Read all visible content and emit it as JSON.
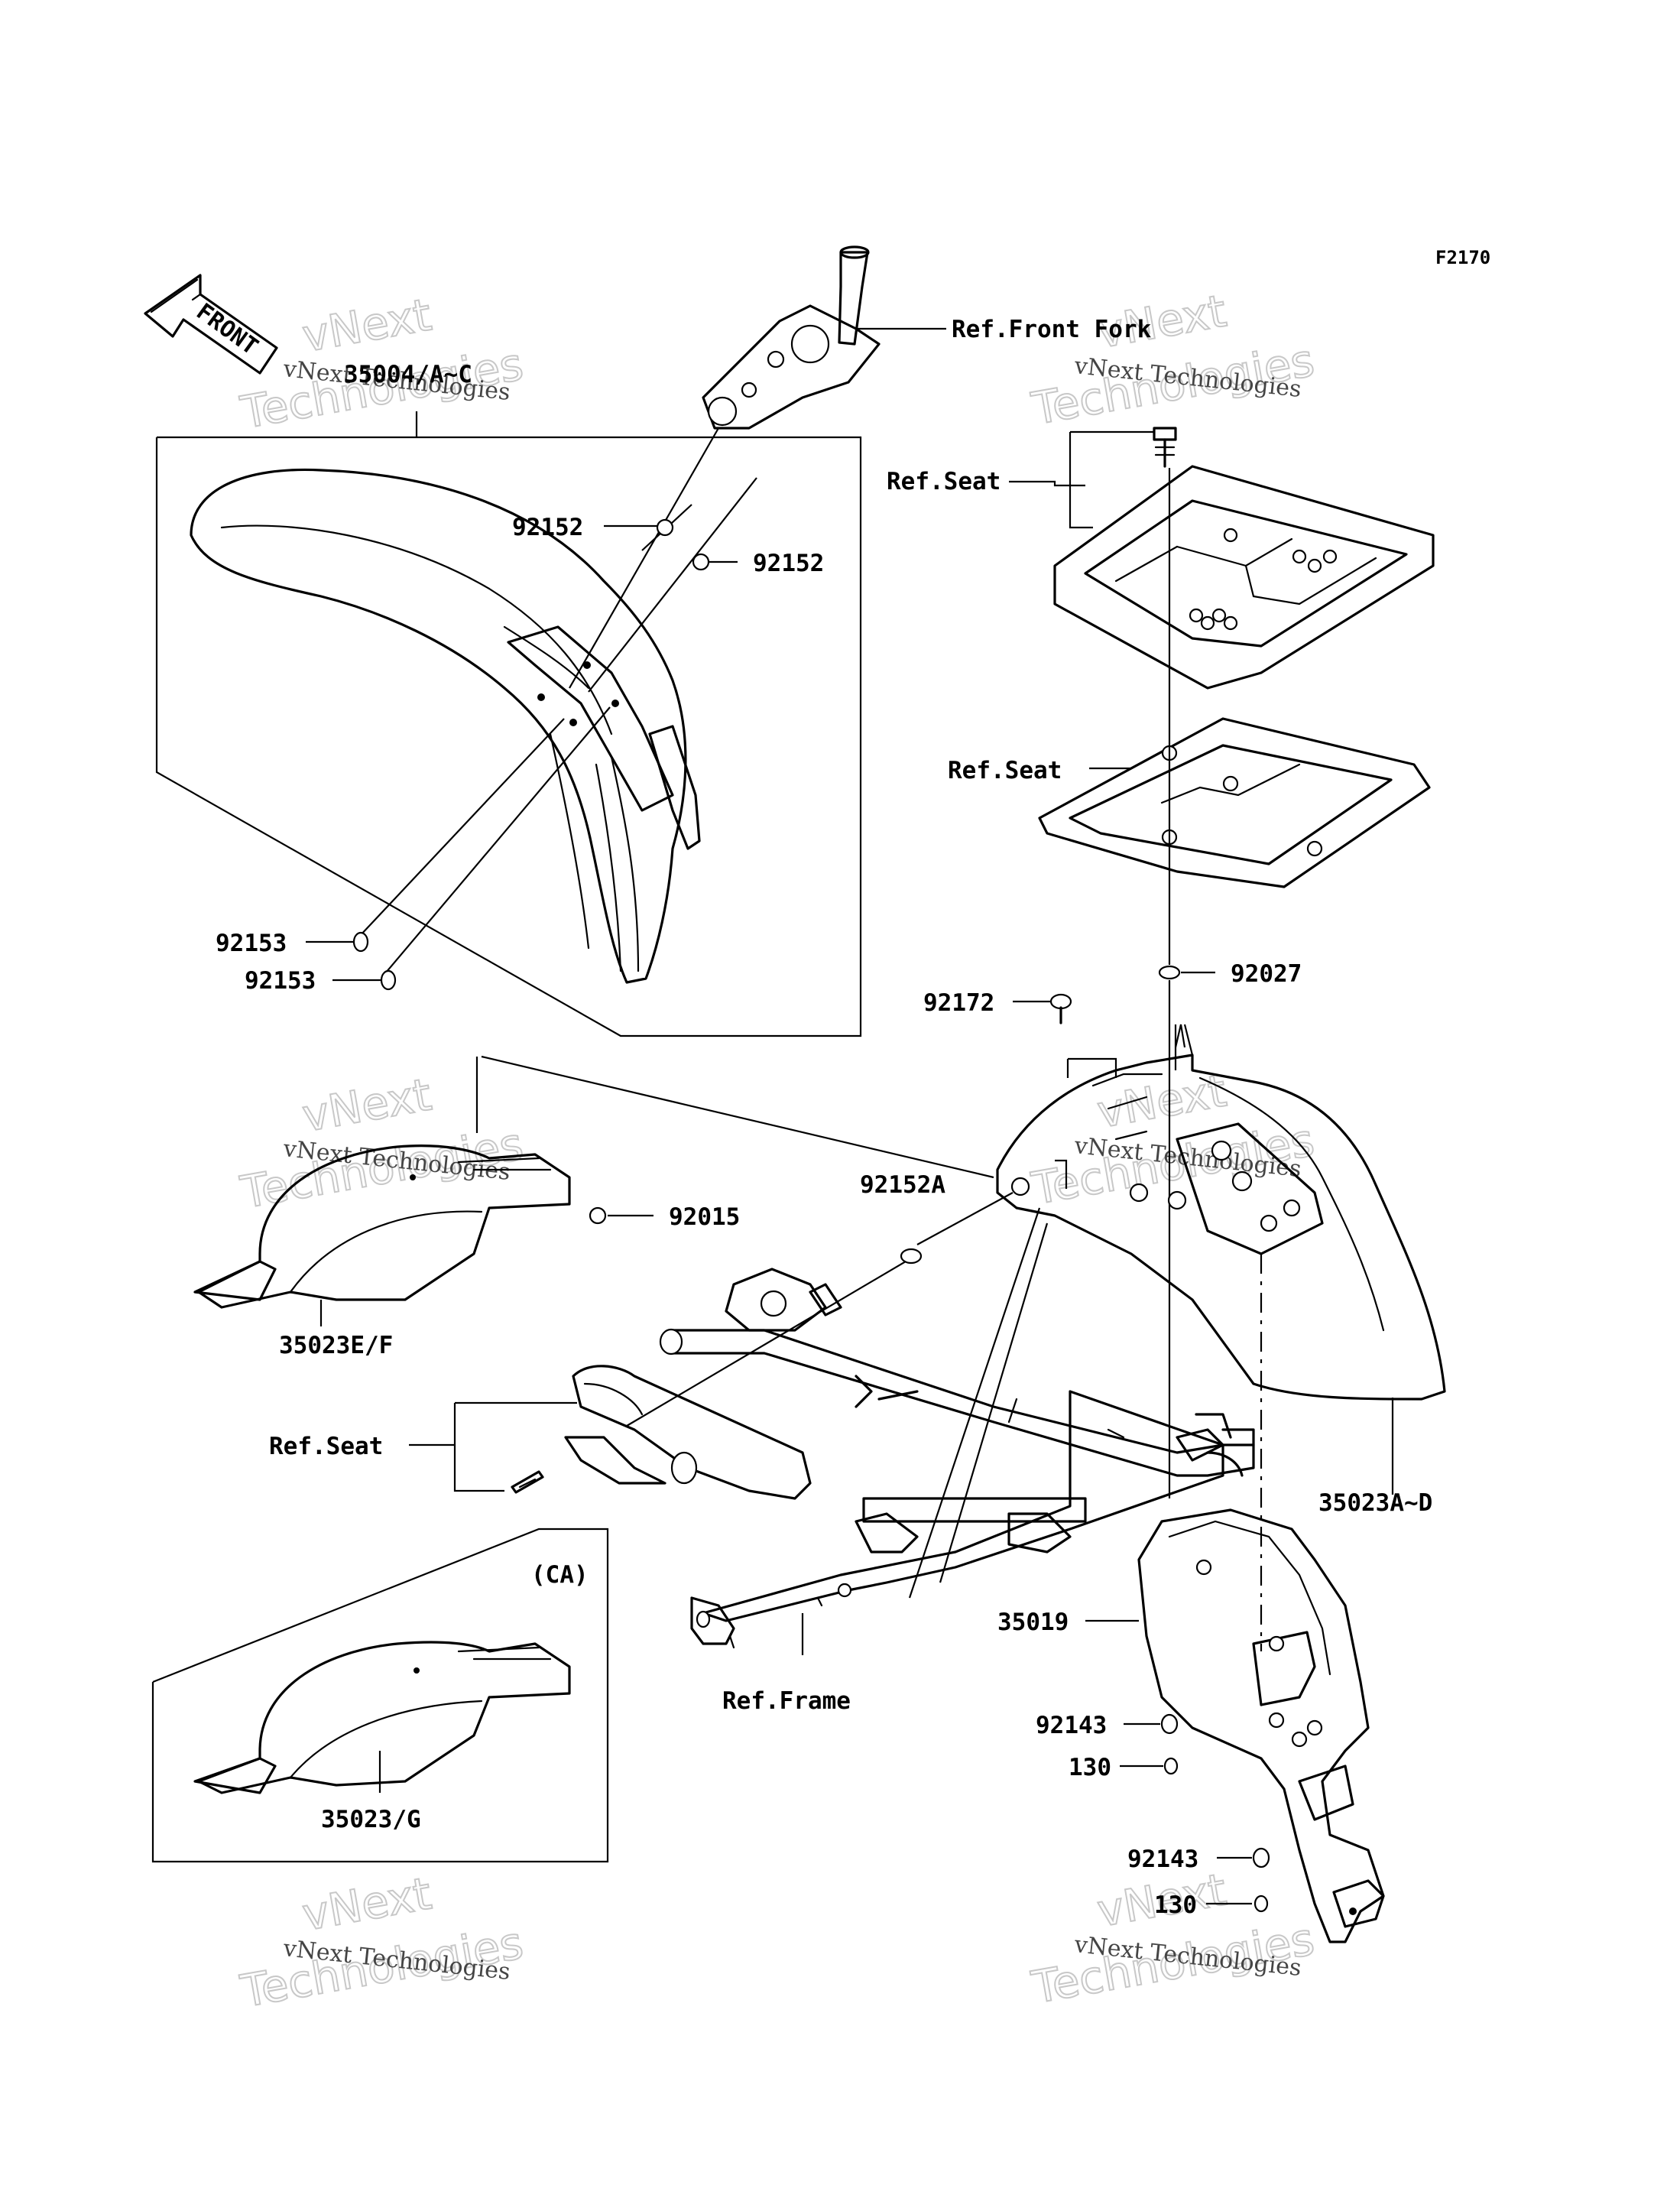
{
  "diagram_code": "F2170",
  "front_arrow_label": "FRONT",
  "watermark": {
    "line1": "vNext Technologies",
    "line2": "vNext",
    "line3": "Technologies"
  },
  "callouts": {
    "front_fender": "35004/A~C",
    "front_fork_ref": "Ref.Front Fork",
    "seat_ref_upper": "Ref.Seat",
    "seat_ref_middle": "Ref.Seat",
    "seat_ref_lower": "Ref.Seat",
    "bolt_92152_left": "92152",
    "bolt_92152_right": "92152",
    "bolt_92153_upper": "92153",
    "bolt_92153_lower": "92153",
    "washer_92027": "92027",
    "bolt_92172": "92172",
    "clip_92015": "92015",
    "washer_92152A": "92152A",
    "inner_fender_ef": "35023E/F",
    "rear_fender_ad": "35023A~D",
    "flap_35019": "35019",
    "grommet_92143_upper": "92143",
    "bolt_130_upper": "130",
    "grommet_92143_lower": "92143",
    "bolt_130_lower": "130",
    "frame_ref": "Ref.Frame",
    "ca_tag": "(CA)",
    "ca_fender": "35023/G"
  }
}
